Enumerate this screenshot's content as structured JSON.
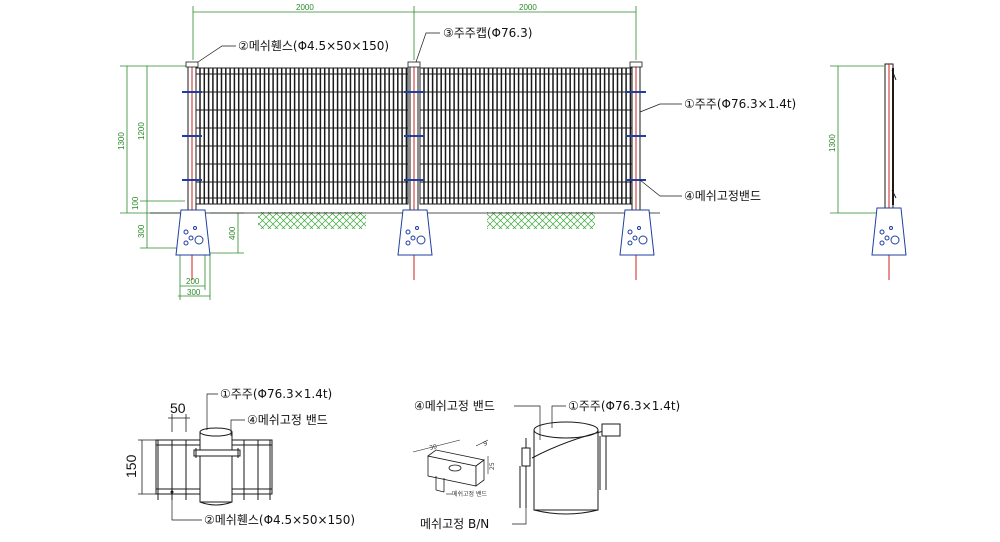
{
  "labels": {
    "mesh_fence": "②메쉬휀스(Φ4.5×50×150)",
    "post_cap": "③주주캡(Φ76.3)",
    "post": "①주주(Φ76.3×1.4t)",
    "mesh_band": "④메쉬고정밴드",
    "detail_post": "①주주(Φ76.3×1.4t)",
    "detail_band": "④메쉬고정 밴드",
    "detail_mesh": "②메쉬휀스(Φ4.5×50×150)",
    "band_detail_band": "④메쉬고정 밴드",
    "band_detail_post": "①주주(Φ76.3×1.4t)",
    "band_bn": "메쉬고정 B/N",
    "band_small": "메쉬고정 밴드"
  },
  "dims": {
    "span_left": "2000",
    "span_right": "2000",
    "height_total": "1300",
    "height_mesh": "1200",
    "height_gap": "100",
    "footing_depth": "300",
    "footing_side": "400",
    "footing_inner": "200",
    "footing_width": "300",
    "side_height": "1300",
    "detail_pitch": "50",
    "detail_height": "150",
    "band_w": "30",
    "band_h": "25",
    "band_t": "9"
  },
  "colors": {
    "line": "#1a1a1a",
    "dimension": "#2a8a2a",
    "post_red": "#cc2222",
    "band_blue": "#1e3fa0",
    "ground_hatch": "#3aa83a"
  }
}
